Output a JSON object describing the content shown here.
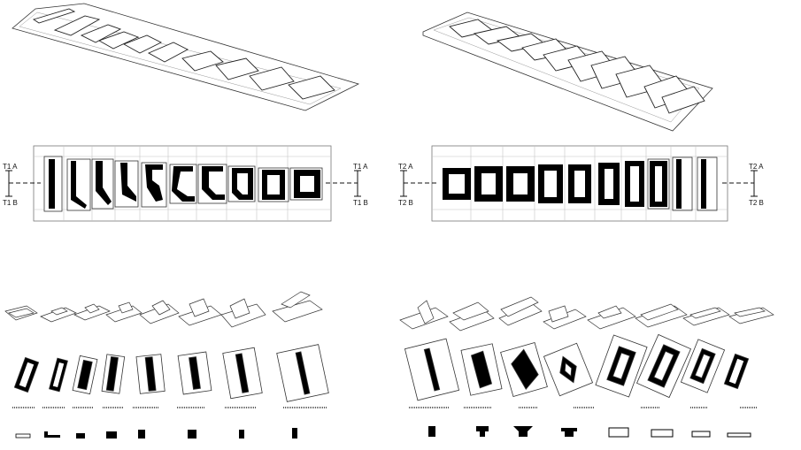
{
  "section_labels": {
    "t1_top": "T1 A",
    "t1_bottom": "T1 B",
    "t2_top": "T2 A",
    "t2_bottom": "T2 B"
  },
  "colors": {
    "ink": "#000000",
    "line": "#444444",
    "grid": "#bfbfbf",
    "paper": "#ffffff"
  },
  "sequence_t1": {
    "description_words": [
      "open-bar",
      "bent-slab",
      "L-hook",
      "S-fold",
      "U-court",
      "closed-ring"
    ],
    "stages": 10
  },
  "sequence_t2": {
    "stages": 10
  },
  "catalog_left": {
    "count": 8
  },
  "catalog_right": {
    "count": 8
  }
}
